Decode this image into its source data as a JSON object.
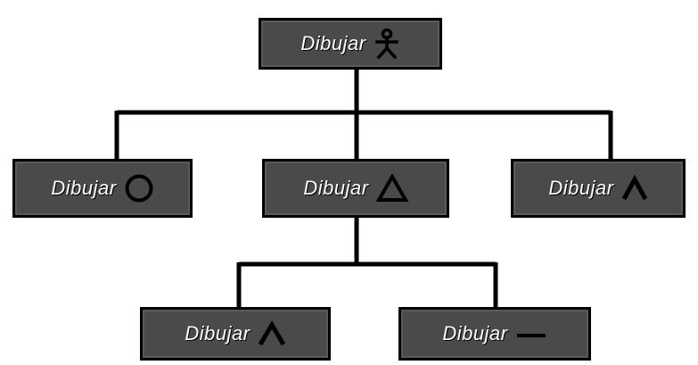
{
  "diagram": {
    "root": {
      "label": "Dibujar",
      "icon": "stick-figure-icon"
    },
    "circle": {
      "label": "Dibujar",
      "icon": "circle-icon"
    },
    "triangle": {
      "label": "Dibujar",
      "icon": "triangle-icon"
    },
    "chevron": {
      "label": "Dibujar",
      "icon": "chevron-up-icon"
    },
    "chevron2": {
      "label": "Dibujar",
      "icon": "chevron-up-icon"
    },
    "line": {
      "label": "Dibujar",
      "icon": "horizontal-line-icon"
    }
  },
  "colors": {
    "box_fill": "#4a4a4a",
    "box_border": "#000000",
    "text": "#ffffff",
    "connector": "#000000"
  }
}
